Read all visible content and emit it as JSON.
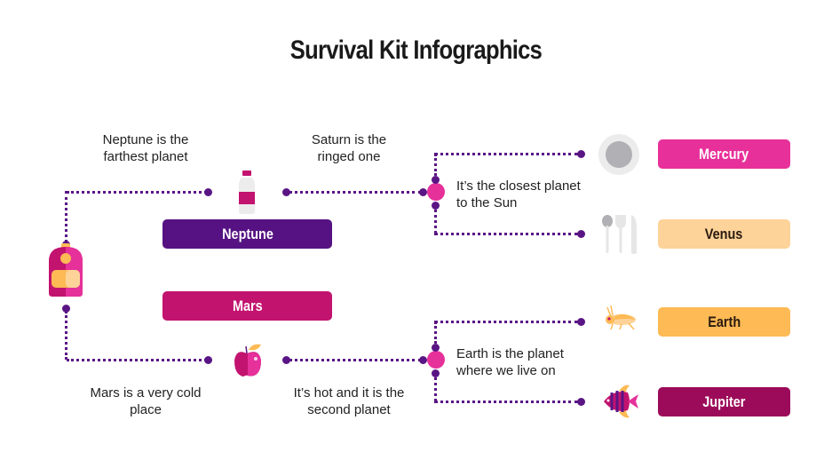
{
  "title": "Survival Kit Infographics",
  "colors": {
    "connector": "#5a1585",
    "hub": "#e6309a",
    "neptune": "#561282",
    "mars": "#c2136f",
    "mercury": "#e8309a",
    "venus": "#fdd39a",
    "earth": "#fdba55",
    "jupiter": "#9c0b5a"
  },
  "left": {
    "captions": {
      "neptune": "Neptune is the farthest planet",
      "saturn": "Saturn is the ringed one",
      "mars": "Mars is a very cold place",
      "venus": "It’s hot and it is the second planet"
    },
    "labels": {
      "neptune": "Neptune",
      "mars": "Mars"
    },
    "icons": [
      "backpack-icon",
      "water-bottle-icon",
      "apple-icon"
    ]
  },
  "right": {
    "captions": {
      "top": "It’s the closest planet to the Sun",
      "bottom": "Earth is the planet where we live on"
    },
    "labels": {
      "mercury": "Mercury",
      "venus": "Venus",
      "earth": "Earth",
      "jupiter": "Jupiter"
    },
    "icons": [
      "plate-icon",
      "cutlery-icon",
      "grasshopper-icon",
      "fish-icon"
    ]
  }
}
